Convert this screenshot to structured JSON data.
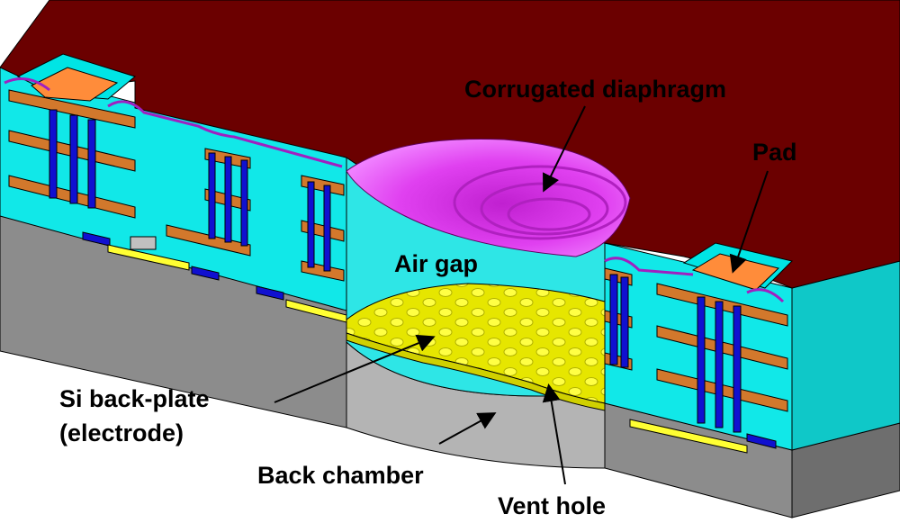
{
  "labels": {
    "corrugated_diaphragm": "Corrugated diaphragm",
    "pad": "Pad",
    "air_gap": "Air gap",
    "si_backplate_line1": "Si back-plate",
    "si_backplate_line2": "(electrode)",
    "back_chamber": "Back chamber",
    "vent_hole": "Vent hole"
  },
  "colors": {
    "top_surface": "#6b0000",
    "dielectric": "#00e5e5",
    "substrate": "#808080",
    "metal": "#d2782c",
    "via": "#1010d0",
    "diaphragm": "#e040f0",
    "pad": "#ff8c3a",
    "backplate": "#ffff33"
  }
}
